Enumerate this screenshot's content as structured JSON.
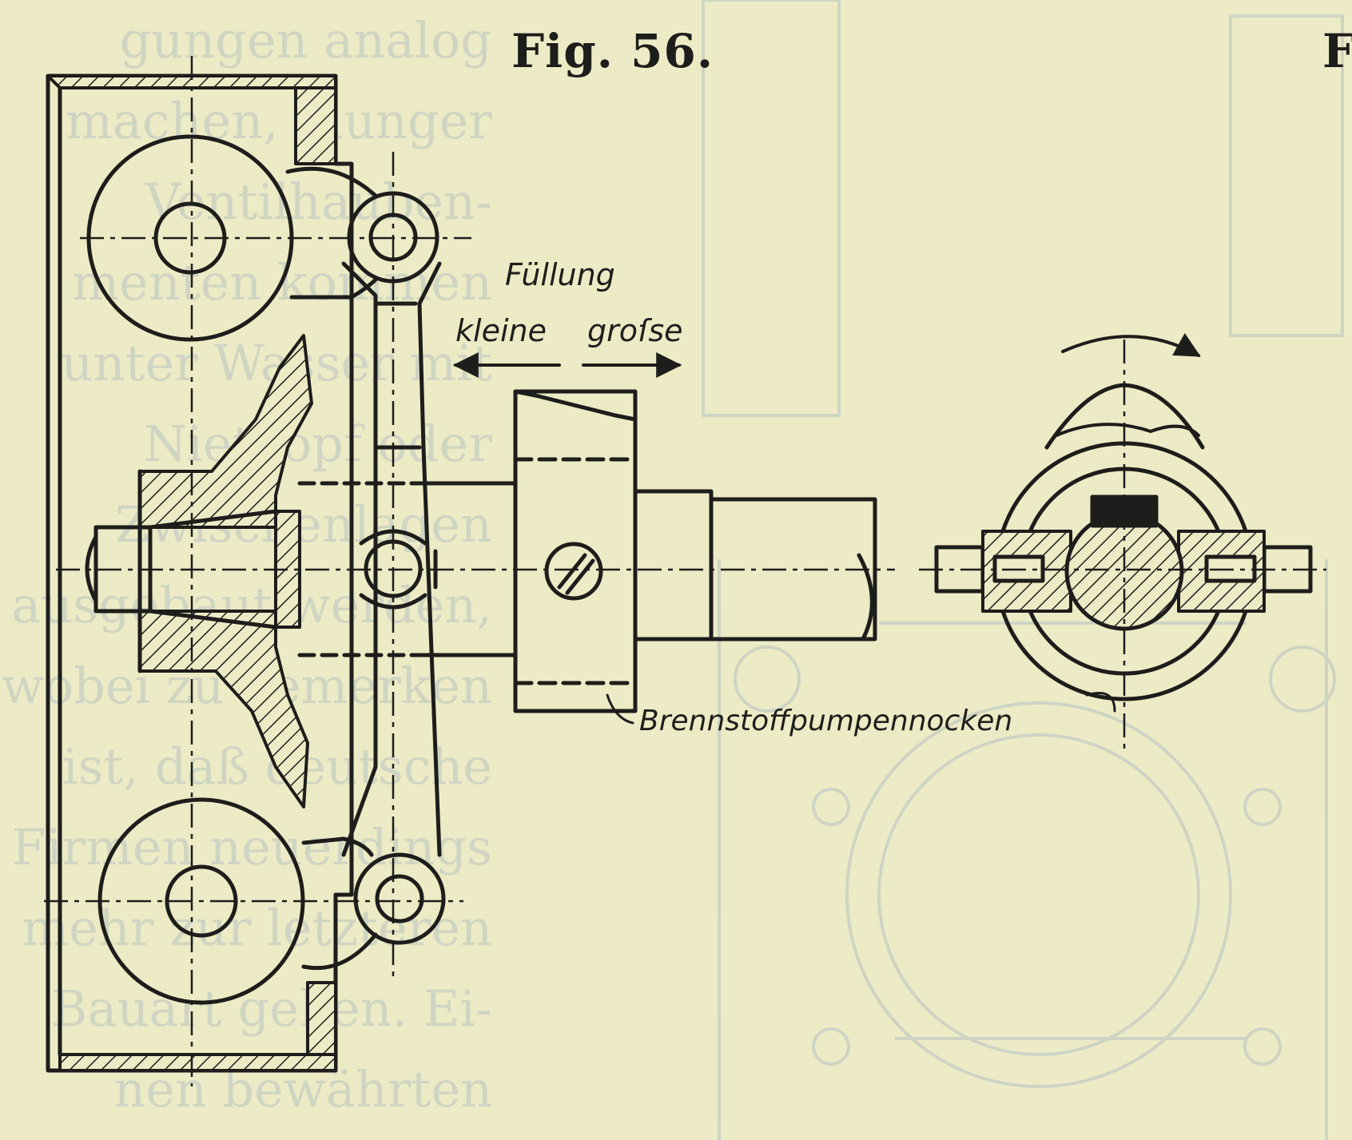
{
  "figure": {
    "title": "Fig. 56.",
    "next_title_fragment": "F"
  },
  "labels": {
    "fuellung": "Füllung",
    "kleine": "kleine",
    "grosse": "groſse",
    "brennstoff": "Brennstoffpumpennocken"
  },
  "bleed_lines": [
    "gungen analog",
    "machen, Plunger",
    "Ventilhauben-",
    "menten kommen",
    "unter Wasser mit",
    "Nietkopf oder",
    "Zwischenlagen",
    "ausgebaut werden,",
    "wobei zu bemerken",
    "ist, daß deutsche",
    "Firmen neuerdings",
    "mehr zur letzteren",
    "Bauart gehen. Ei-",
    "nen bewährten"
  ],
  "colors": {
    "paper": "#ecebc6",
    "ink": "#1d1d1b",
    "bleed": "#b8c4bf"
  }
}
